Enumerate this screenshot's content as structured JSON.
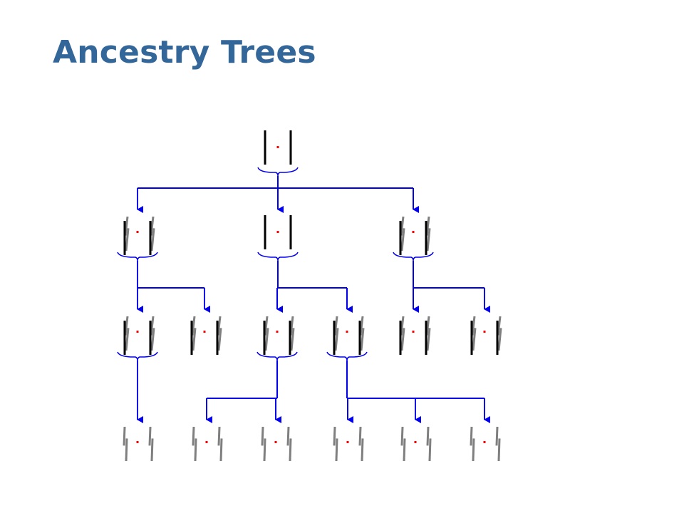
{
  "title": "Ancestry Trees",
  "colors": {
    "title": "#336699",
    "connector": "#0000ee",
    "member_original": "#000000",
    "member_variant": "#7f7f7f",
    "center_dot": "#ff0000"
  },
  "tree": {
    "generations": 4,
    "nodes": [
      {
        "id": "root",
        "generation": 0,
        "parent": null,
        "has_offspring": true,
        "style": "parallel"
      },
      {
        "id": "g1a",
        "generation": 1,
        "parent": "root",
        "has_offspring": true,
        "style": "mixed"
      },
      {
        "id": "g1b",
        "generation": 1,
        "parent": "root",
        "has_offspring": true,
        "style": "parallel"
      },
      {
        "id": "g1c",
        "generation": 1,
        "parent": "root",
        "has_offspring": true,
        "style": "mixed"
      },
      {
        "id": "g2a",
        "generation": 2,
        "parent": "g1a",
        "has_offspring": true,
        "style": "mixed"
      },
      {
        "id": "g2b",
        "generation": 2,
        "parent": "g1a",
        "has_offspring": false,
        "style": "mixed"
      },
      {
        "id": "g2c",
        "generation": 2,
        "parent": "g1b",
        "has_offspring": true,
        "style": "mixed"
      },
      {
        "id": "g2d",
        "generation": 2,
        "parent": "g1b",
        "has_offspring": true,
        "style": "mixed"
      },
      {
        "id": "g2e",
        "generation": 2,
        "parent": "g1c",
        "has_offspring": false,
        "style": "mixed"
      },
      {
        "id": "g2f",
        "generation": 2,
        "parent": "g1c",
        "has_offspring": false,
        "style": "mixed"
      },
      {
        "id": "g3a",
        "generation": 3,
        "parent": "g2a",
        "has_offspring": false,
        "style": "variant"
      },
      {
        "id": "g3b",
        "generation": 3,
        "parent": "g2c",
        "has_offspring": false,
        "style": "variant"
      },
      {
        "id": "g3c",
        "generation": 3,
        "parent": "g2c",
        "has_offspring": false,
        "style": "variant"
      },
      {
        "id": "g3d",
        "generation": 3,
        "parent": "g2d",
        "has_offspring": false,
        "style": "variant"
      },
      {
        "id": "g3e",
        "generation": 3,
        "parent": "g2d",
        "has_offspring": false,
        "style": "variant"
      },
      {
        "id": "g3f",
        "generation": 3,
        "parent": "g2d",
        "has_offspring": false,
        "style": "variant"
      }
    ]
  }
}
